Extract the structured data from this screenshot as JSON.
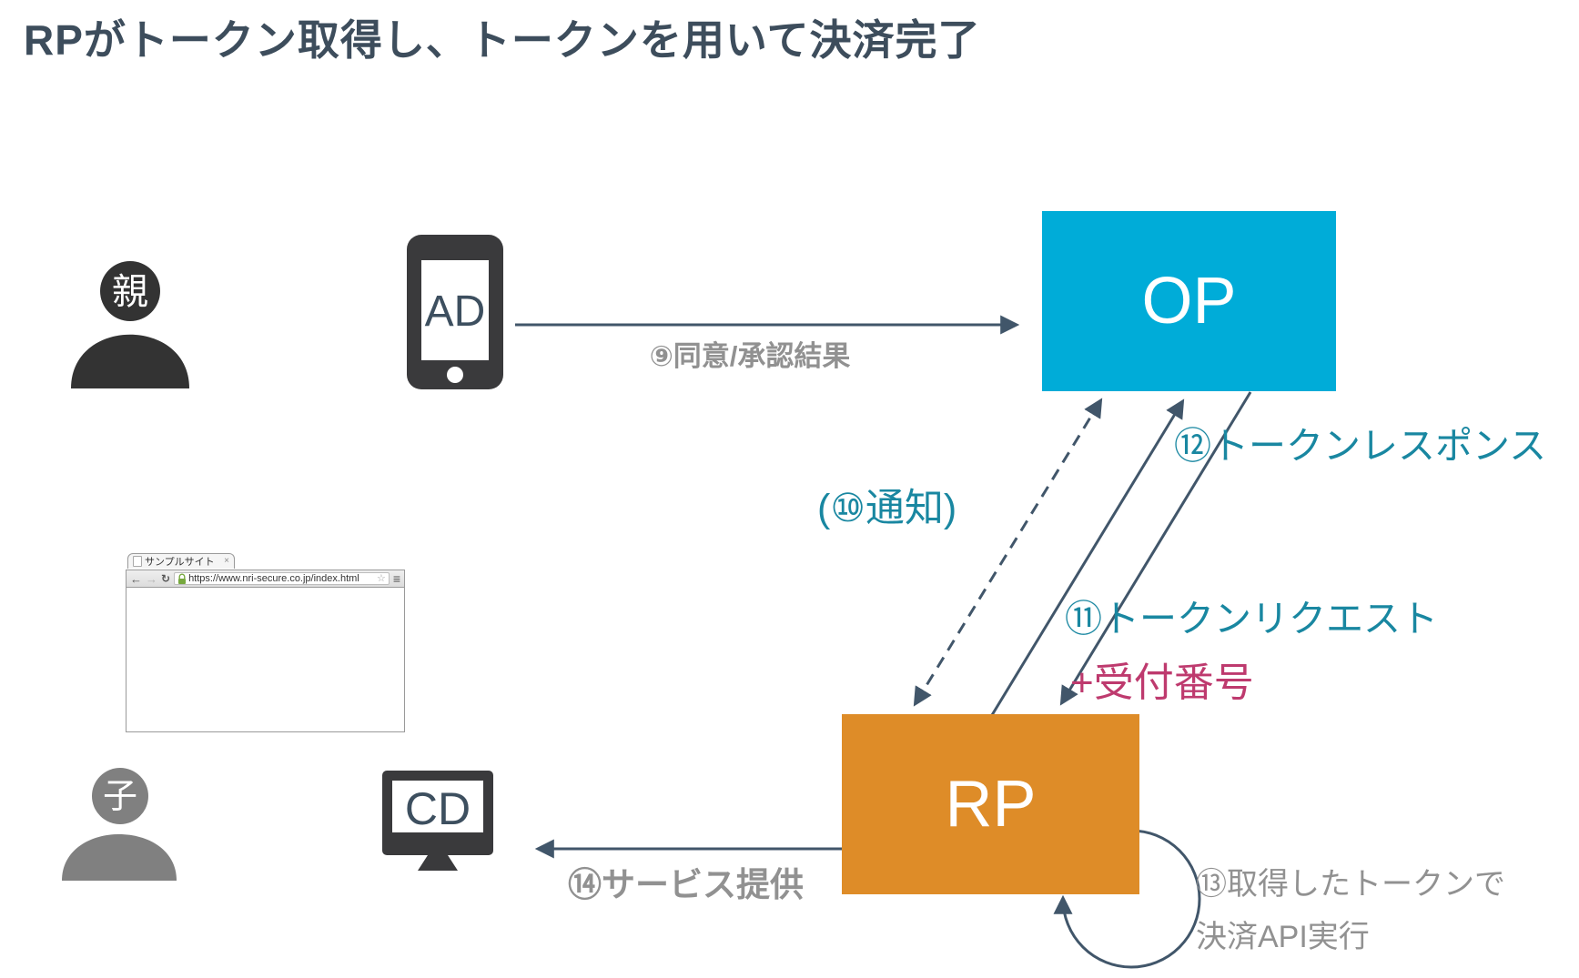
{
  "title": "RPがトークン取得し、トークンを用いて決済完了",
  "palette": {
    "title_text": "#3D4D5C",
    "arrow_line": "#41566A",
    "op_box": "#00ACD8",
    "rp_box": "#DE8C28",
    "teal_label": "#1987A1",
    "pink_label": "#BE3A6E",
    "gray_label": "#919191",
    "device_dark": "#3A3A3C",
    "person_parent": "#333333",
    "person_child": "#808080",
    "device_text": "#3D4F5F",
    "lock_green": "#76A83E"
  },
  "actors": {
    "parent_label": "親",
    "child_label": "子",
    "phone_label": "AD",
    "monitor_label": "CD"
  },
  "boxes": {
    "op": "OP",
    "rp": "RP"
  },
  "browser": {
    "tab_title": "サンプルサイト",
    "close": "×",
    "back": "←",
    "forward": "→",
    "reload": "↻",
    "url": "https://www.nri-secure.co.jp/index.html",
    "bookmark_star": "☆",
    "menu": "≡"
  },
  "steps": {
    "s9": "⑨同意/承認結果",
    "s10": "(⑩通知)",
    "s11": "⑪トークンリクエスト",
    "s11_extra": "+受付番号",
    "s12": "⑫トークンレスポンス",
    "s13_line1": "⑬取得したトークンで",
    "s13_line2": "決済API実行",
    "s14": "⑭サービス提供"
  }
}
